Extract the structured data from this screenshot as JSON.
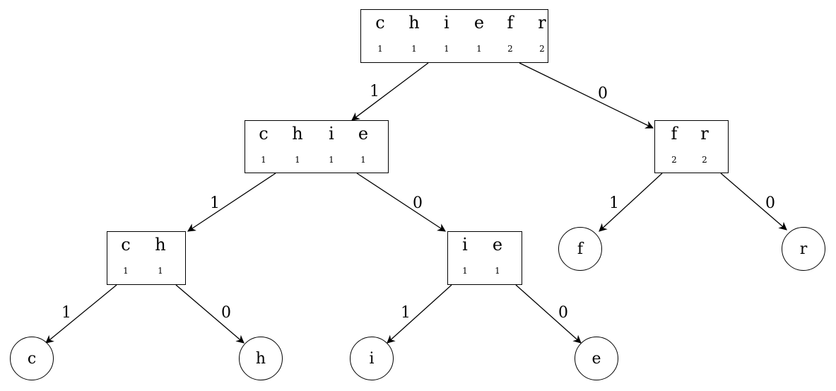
{
  "tree": {
    "root": {
      "symbols": [
        "c",
        "h",
        "i",
        "e",
        "f",
        "r"
      ],
      "counts": [
        "1",
        "1",
        "1",
        "1",
        "2",
        "2"
      ]
    },
    "left": {
      "symbols": [
        "c",
        "h",
        "i",
        "e"
      ],
      "counts": [
        "1",
        "1",
        "1",
        "1"
      ]
    },
    "right": {
      "symbols": [
        "f",
        "r"
      ],
      "counts": [
        "2",
        "2"
      ]
    },
    "left_left": {
      "symbols": [
        "c",
        "h"
      ],
      "counts": [
        "1",
        "1"
      ]
    },
    "left_right": {
      "symbols": [
        "i",
        "e"
      ],
      "counts": [
        "1",
        "1"
      ]
    },
    "leaves": [
      "c",
      "h",
      "i",
      "e",
      "f",
      "r"
    ]
  },
  "edges": {
    "root_left": "1",
    "root_right": "0",
    "left_left": "1",
    "left_right": "0",
    "right_f": "1",
    "right_r": "0",
    "ll_c": "1",
    "ll_h": "0",
    "lr_i": "1",
    "lr_e": "0"
  }
}
